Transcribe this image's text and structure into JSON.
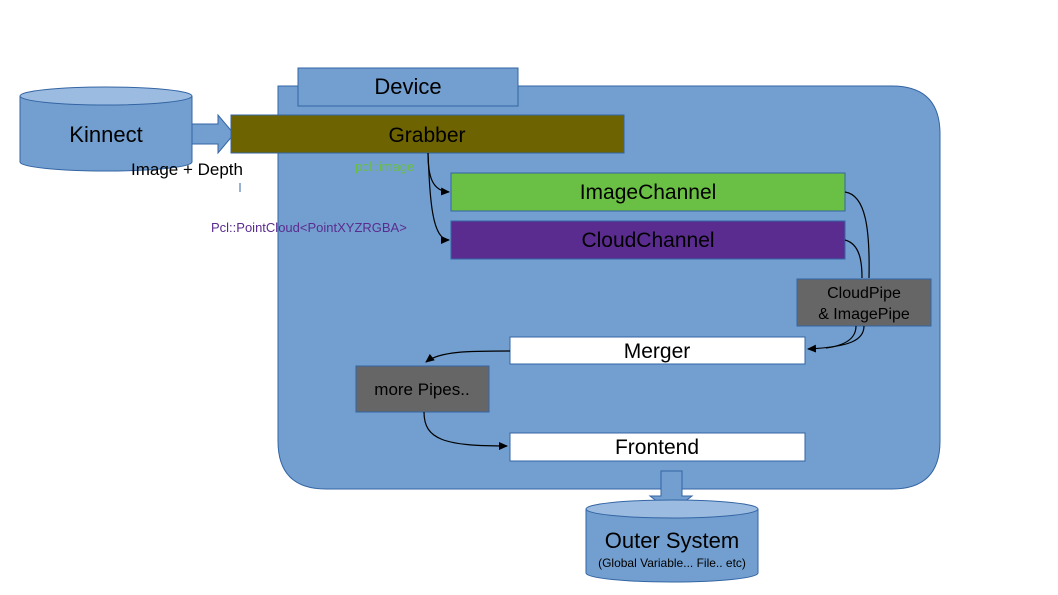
{
  "nodes": {
    "device": "Device",
    "kinnect": "Kinnect",
    "grabber": "Grabber",
    "image_channel": "ImageChannel",
    "cloud_channel": "CloudChannel",
    "pipes_line1": "CloudPipe",
    "pipes_line2": "& ImagePipe",
    "merger": "Merger",
    "more_pipes": "more Pipes..",
    "frontend": "Frontend",
    "outer_system": "Outer System",
    "outer_system_sub": "(Global Variable... File.. etc)"
  },
  "edge_labels": {
    "image_depth": "Image + Depth",
    "pcl_image": "pcl::image",
    "pcl_pointcloud": "Pcl::PointCloud<PointXYZRGBA>"
  },
  "colors": {
    "device_bg": "#729fcf",
    "device_border": "#3465a4",
    "grabber": "#6d6300",
    "image_channel": "#6abf45",
    "cloud_channel": "#5b2c8f",
    "pipe_box": "#666666",
    "pcl_image_text": "#6abf45",
    "pcl_pointcloud_text": "#5b2c8f"
  }
}
